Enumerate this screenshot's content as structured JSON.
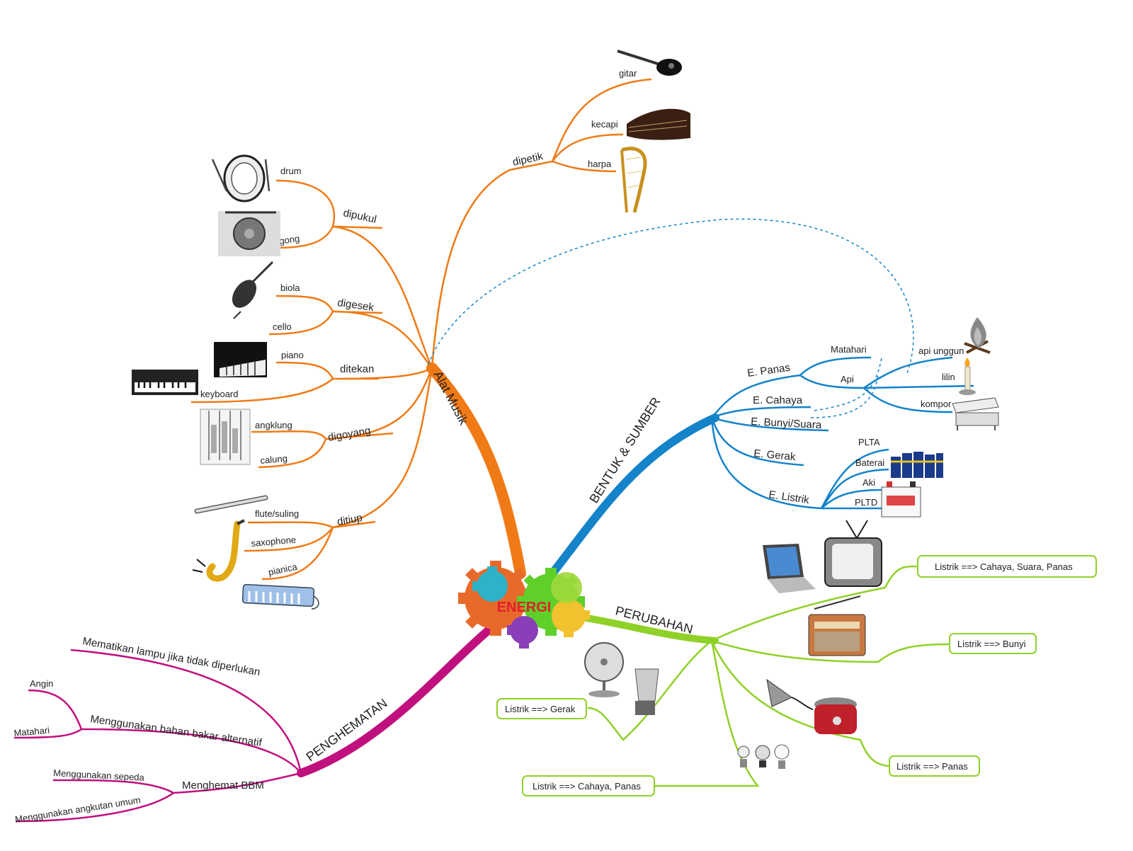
{
  "center": {
    "label": "ENERGI"
  },
  "colors": {
    "alat_musik": "#f07a16",
    "bentuk": "#1483c9",
    "perubahan": "#8fd128",
    "penghematan": "#c0107e",
    "center_text": "#e0202a"
  },
  "alat_musik": {
    "label": "Alat Musik",
    "dipetik": {
      "label": "dipetik",
      "items": [
        "gitar",
        "kecapi",
        "harpa"
      ]
    },
    "dipukul": {
      "label": "dipukul",
      "items": [
        "drum",
        "gong"
      ]
    },
    "digesek": {
      "label": "digesek",
      "items": [
        "biola",
        "cello"
      ]
    },
    "ditekan": {
      "label": "ditekan",
      "items": [
        "piano",
        "keyboard"
      ]
    },
    "digoyang": {
      "label": "digoyang",
      "items": [
        "angklung",
        "calung"
      ]
    },
    "ditiup": {
      "label": "ditiup",
      "items": [
        "flute/suling",
        "saxophone",
        "pianica"
      ]
    }
  },
  "bentuk": {
    "label": "BENTUK & SUMBER",
    "panas": {
      "label": "E. Panas",
      "items": [
        "Matahari",
        "Api"
      ]
    },
    "api_sources": [
      "api unggun",
      "lilin",
      "kompor"
    ],
    "cahaya": {
      "label": "E. Cahaya"
    },
    "bunyi": {
      "label": "E. Bunyi/Suara"
    },
    "gerak": {
      "label": "E. Gerak"
    },
    "listrik": {
      "label": "E. Listrik",
      "items": [
        "PLTA",
        "Baterai",
        "Aki",
        "PLTD"
      ]
    }
  },
  "perubahan": {
    "label": "PERUBAHAN",
    "boxes": [
      "Listrik ==> Cahaya, Suara, Panas",
      "Listrik ==> Bunyi",
      "Listrik ==> Gerak",
      "Listrik ==> Panas",
      "Listrik ==> Cahaya, Panas"
    ]
  },
  "penghematan": {
    "label": "PENGHEMATAN",
    "lampu": "Mematikan lampu jika tidak diperlukan",
    "bahan_bakar": {
      "label": "Menggunakan bahan bakar alternatif",
      "items": [
        "Angin",
        "Matahari"
      ]
    },
    "bbm": {
      "label": "Menghemat BBM",
      "items": [
        "Menggunakan sepeda",
        "Menggunakan angkutan umum"
      ]
    }
  }
}
